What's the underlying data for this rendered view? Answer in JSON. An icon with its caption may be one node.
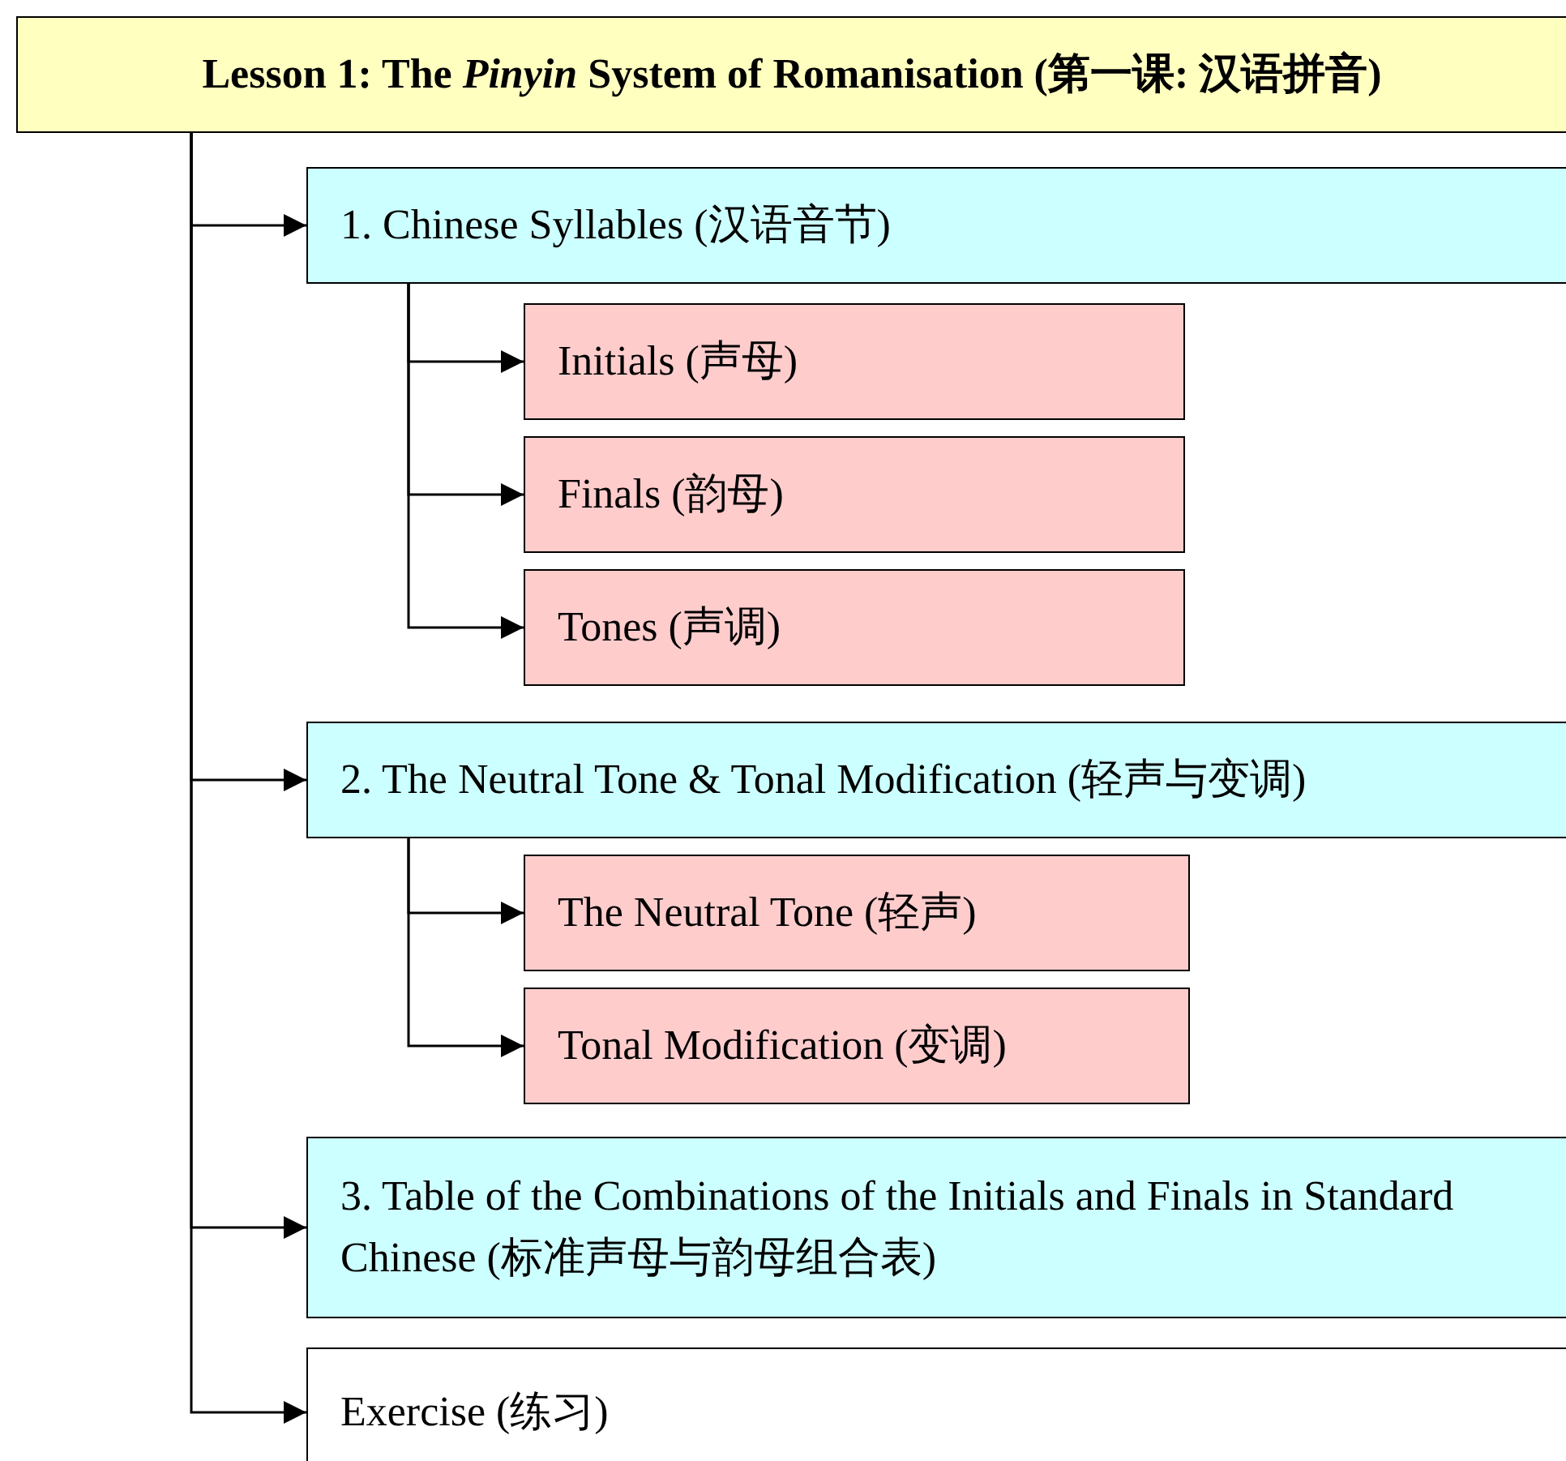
{
  "diagram": {
    "nodes": [
      {
        "text": [
          "Lesson 1: The *Pinyin* System of Romanisation (第一课: 汉语拼音)"
        ]
      },
      {
        "text": [
          "1. Chinese Syllables (汉语音节)"
        ]
      },
      {
        "text": [
          "Initials (声母)"
        ]
      },
      {
        "text": [
          "Finals (韵母)"
        ]
      },
      {
        "text": [
          "Tones (声调)"
        ]
      },
      {
        "text": [
          "2. The Neutral Tone & Tonal Modification (轻声与变调)"
        ]
      },
      {
        "text": [
          "The Neutral Tone (轻声)"
        ]
      },
      {
        "text": [
          "Tonal Modification (变调)"
        ]
      },
      {
        "text": [
          "3. Table of the Combinations of the Initials and Finals in Standard Chinese (标准声母与韵母组合表)"
        ]
      },
      {
        "text": [
          "Exercise (练习)"
        ]
      }
    ],
    "edges": [
      {
        "from": 0,
        "to": 1,
        "arrow": "to"
      },
      {
        "from": 1,
        "to": 2,
        "arrow": "to"
      },
      {
        "from": 1,
        "to": 3,
        "arrow": "to"
      },
      {
        "from": 1,
        "to": 4,
        "arrow": "to"
      },
      {
        "from": 0,
        "to": 5,
        "arrow": "to"
      },
      {
        "from": 5,
        "to": 6,
        "arrow": "to"
      },
      {
        "from": 5,
        "to": 7,
        "arrow": "to"
      },
      {
        "from": 0,
        "to": 8,
        "arrow": "to"
      },
      {
        "from": 0,
        "to": 9,
        "arrow": "to"
      }
    ]
  }
}
